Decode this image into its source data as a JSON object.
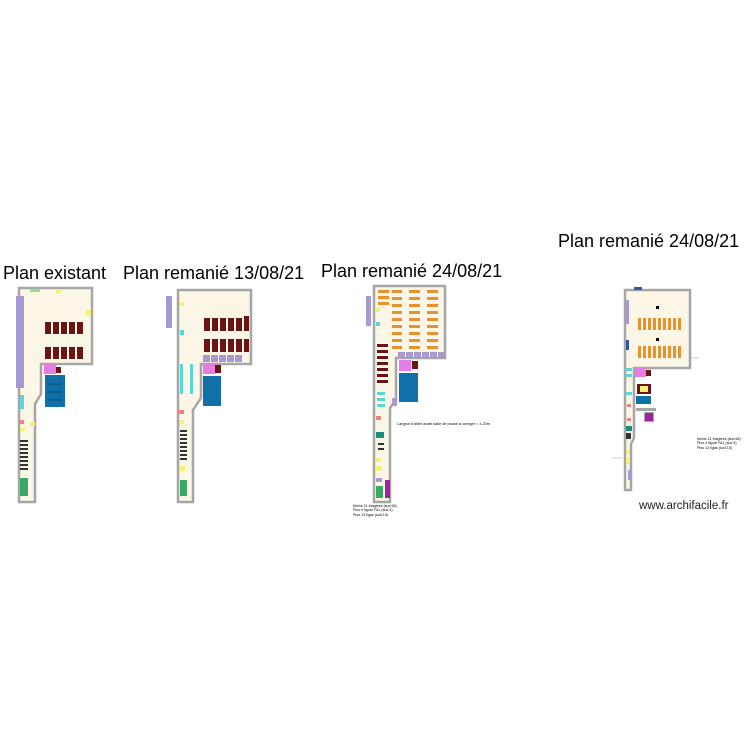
{
  "plans": [
    {
      "title": "Plan existant"
    },
    {
      "title": "Plan remanié 13/08/21"
    },
    {
      "title": "Plan remanié 24/08/21"
    },
    {
      "title": "Plan remanié 24/08/21"
    }
  ],
  "annotation_aisle": "Largeur d'allée avant salle de pause à corriger = 4,20m",
  "notes_plan3": [
    "Moins 21 étagères (sud 66)",
    "Plus 4 figuré F&L (sud 4)",
    "Plus 13 f/gas (sud 15)"
  ],
  "notes_plan4": [
    "Moins 21 étagères (sud 66)",
    "Plus 4 figuré F&L (sud 4)",
    "Plus 13 f/gas (sud 15)"
  ],
  "watermark": "www.archifacile.fr",
  "colors": {
    "floor": "#fbf6e6",
    "wall": "#a6a6a6",
    "shelf_dark": "#6b1414",
    "shelf_orange": "#e8912f",
    "lavender": "#a79ad4",
    "pink": "#e47ee4",
    "blue": "#0f6fa8",
    "green": "#3aa864",
    "cyan": "#56d8d8",
    "yellow": "#f4f07a"
  }
}
